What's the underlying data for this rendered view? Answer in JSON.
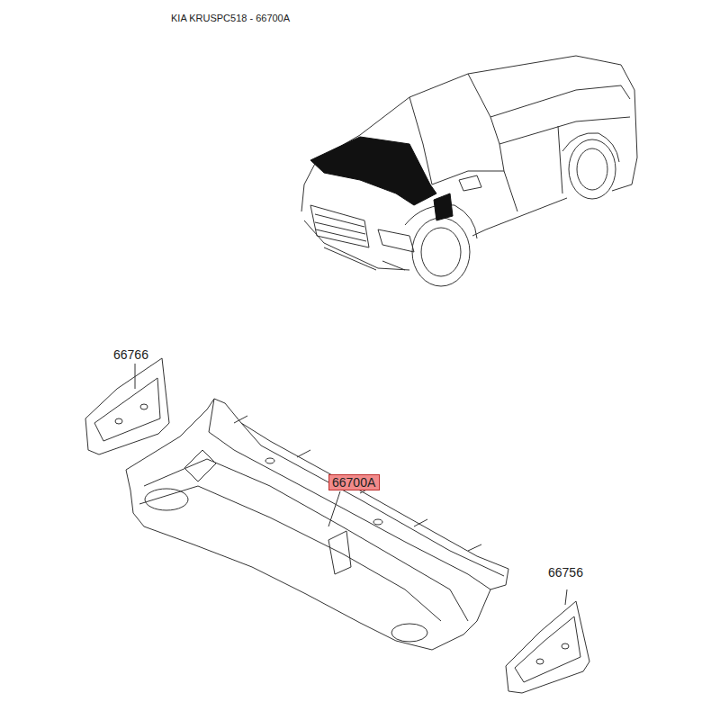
{
  "diagram": {
    "title": "KIA KRUSPC518 - 66700A",
    "nodes": [
      {
        "text": [
          "66700A"
        ]
      }
    ],
    "labels": [
      "66766",
      "66756"
    ]
  }
}
